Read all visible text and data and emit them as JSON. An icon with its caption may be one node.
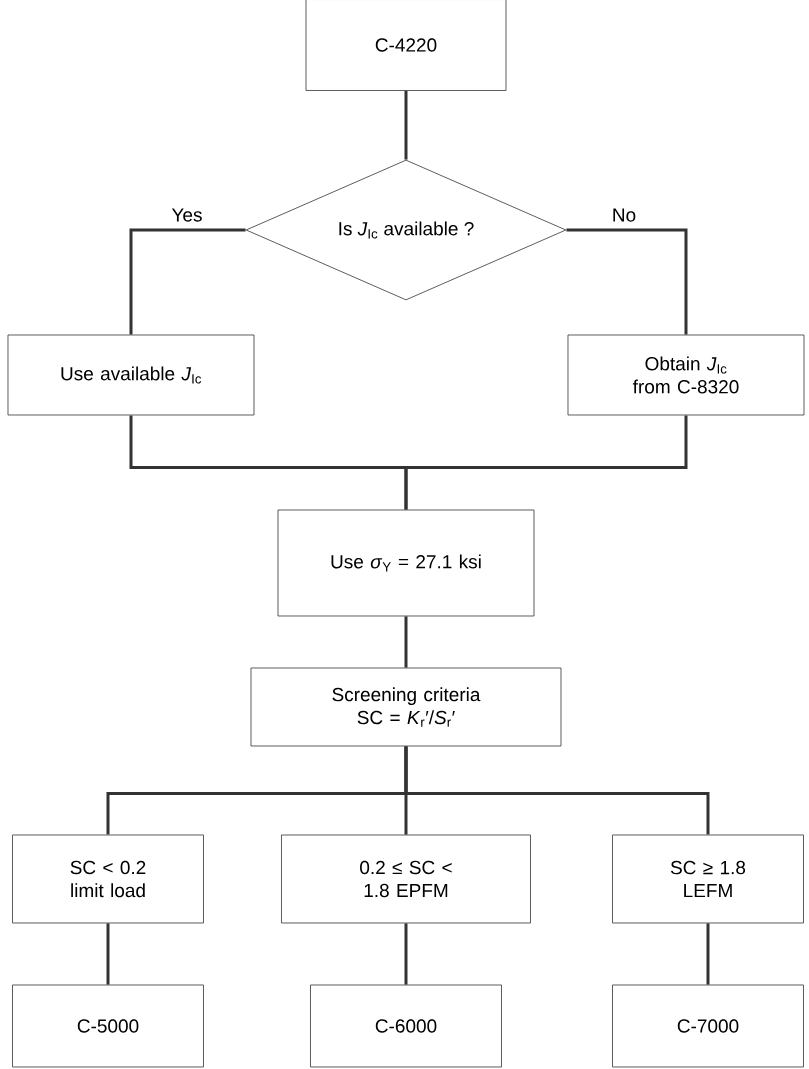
{
  "diagram": {
    "nodes": [
      {
        "text": [
          "C-4220"
        ]
      },
      {
        "text": [
          "Is *J*$_{Ic}$ available ?"
        ]
      },
      {
        "text": [
          "Use available *J*$_{Ic}$"
        ]
      },
      {
        "text": [
          "Obtain *J*$_{Ic}$ from C-8320"
        ]
      },
      {
        "text": [
          "Use *σ*$_{Y}$ = 27.1 ksi"
        ]
      },
      {
        "text": [
          "Screening criteria SC = *K*$_{r}$′/*S*$_{r}$′"
        ]
      },
      {
        "text": [
          "SC < 0.2 limit load"
        ]
      },
      {
        "text": [
          "0.2 ≤ SC < 1.8 EPFM"
        ]
      },
      {
        "text": [
          "SC ≥ 1.8 LEFM"
        ]
      },
      {
        "text": [
          "C-5000"
        ]
      },
      {
        "text": [
          "C-6000"
        ]
      },
      {
        "text": [
          "C-7000"
        ]
      }
    ],
    "edges": [
      {
        "from": 0,
        "to": 1,
        "arrow": "none"
      },
      {
        "from": 1,
        "to": 2,
        "arrow": "none",
        "label": "Yes"
      },
      {
        "from": 1,
        "to": 3,
        "arrow": "none",
        "label": "No"
      },
      {
        "from": 2,
        "to": 4,
        "arrow": "none"
      },
      {
        "from": 3,
        "to": 4,
        "arrow": "none"
      },
      {
        "from": 4,
        "to": 5,
        "arrow": "none"
      },
      {
        "from": 5,
        "to": 6,
        "arrow": "none"
      },
      {
        "from": 5,
        "to": 7,
        "arrow": "none"
      },
      {
        "from": 5,
        "to": 8,
        "arrow": "none"
      },
      {
        "from": 6,
        "to": 9,
        "arrow": "none"
      },
      {
        "from": 7,
        "to": 10,
        "arrow": "none"
      },
      {
        "from": 8,
        "to": 11,
        "arrow": "none"
      }
    ]
  }
}
